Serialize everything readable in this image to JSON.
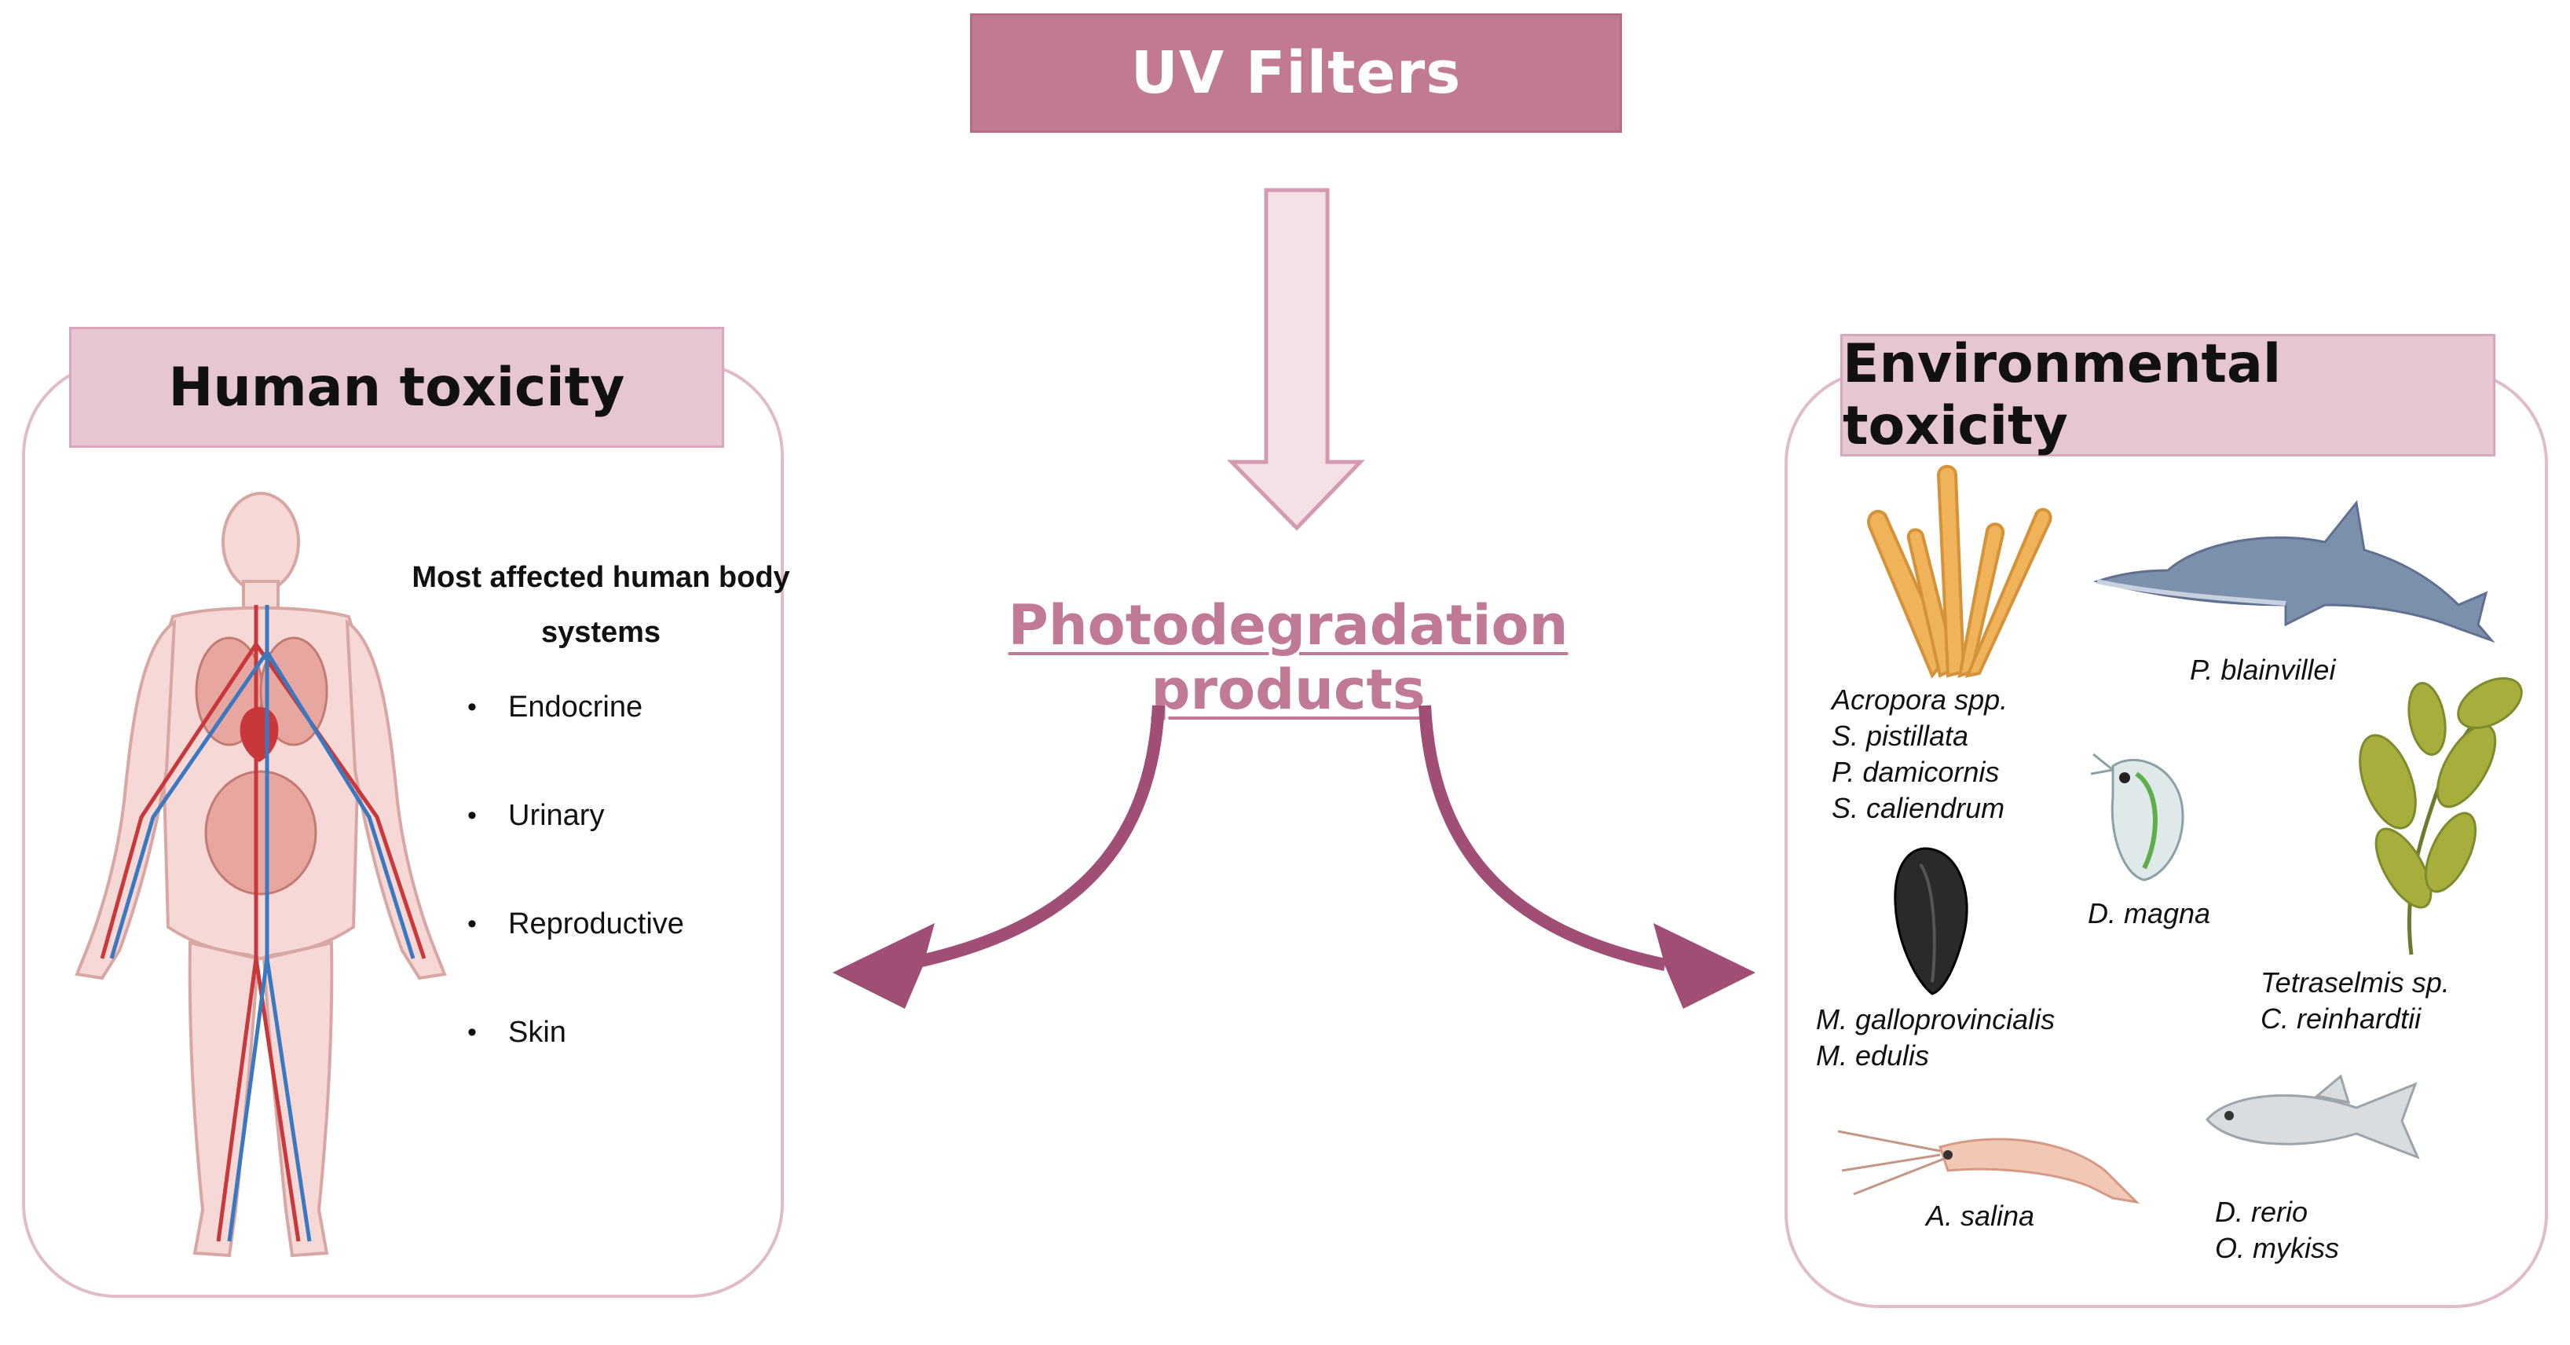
{
  "top": {
    "title": "UV Filters"
  },
  "middle": {
    "label": "Photodegradation products"
  },
  "human": {
    "header": "Human toxicity",
    "affected_title": "Most affected human body systems",
    "systems": [
      "Endocrine",
      "Urinary",
      "Reproductive",
      "Skin"
    ]
  },
  "environment": {
    "header": "Environmental toxicity",
    "corals": [
      "Acropora spp.",
      "S. pistillata",
      "P. damicornis",
      "S. caliendrum"
    ],
    "dolphin": "P. blainvillei",
    "daphnia": "D. magna",
    "mussels": [
      "M. galloprovincialis",
      "M. edulis"
    ],
    "algae": [
      "Tetraselmis sp.",
      "C. reinhardtii"
    ],
    "shrimp": "A. salina",
    "fish": [
      "D. rerio",
      "O. mykiss"
    ]
  },
  "colors": {
    "accent": "#c27a92",
    "header_fill": "#e7c6d3",
    "panel_border": "#e0bccb",
    "arrow": "#a04e76"
  }
}
